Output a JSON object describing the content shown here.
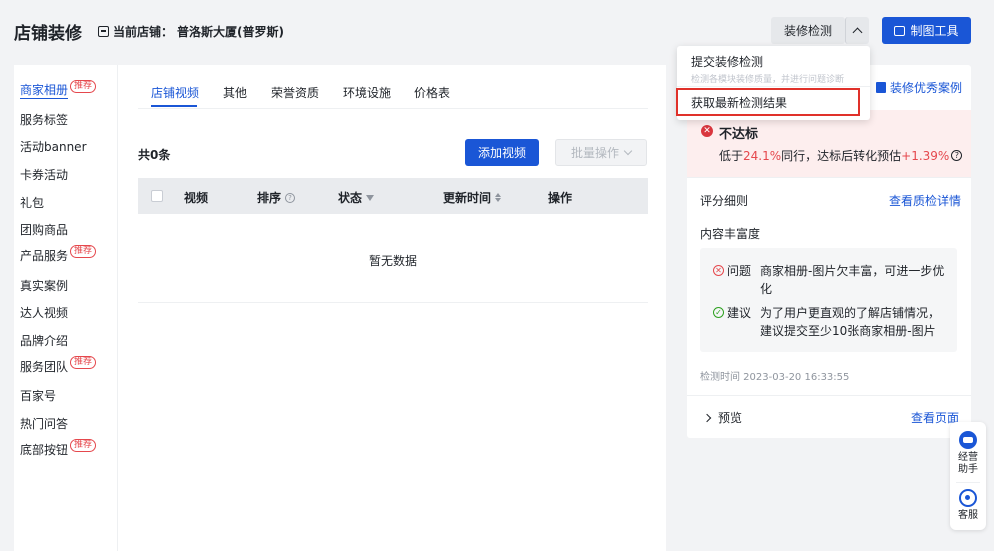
{
  "header": {
    "title": "店铺装修",
    "store_prefix": "当前店铺：",
    "store_name": "普洛斯大厦(普罗斯)",
    "detect_button": "装修检测",
    "tool_button": "制图工具"
  },
  "sidebar": {
    "items": [
      {
        "label": "商家相册",
        "badge": "推荐",
        "active": true
      },
      {
        "label": "服务标签",
        "badge": ""
      },
      {
        "label": "活动banner",
        "badge": ""
      },
      {
        "label": "卡券活动",
        "badge": ""
      },
      {
        "label": "礼包",
        "badge": ""
      },
      {
        "label": "团购商品",
        "badge": ""
      },
      {
        "label": "产品服务",
        "badge": "推荐"
      },
      {
        "label": "真实案例",
        "badge": ""
      },
      {
        "label": "达人视频",
        "badge": ""
      },
      {
        "label": "品牌介绍",
        "badge": ""
      },
      {
        "label": "服务团队",
        "badge": "推荐"
      },
      {
        "label": "百家号",
        "badge": ""
      },
      {
        "label": "热门问答",
        "badge": ""
      },
      {
        "label": "底部按钮",
        "badge": "推荐"
      }
    ]
  },
  "main": {
    "tabs": [
      "店铺视频",
      "其他",
      "荣誉资质",
      "环境设施",
      "价格表"
    ],
    "active_tab": 0,
    "count_label": "共0条",
    "add_button": "添加视频",
    "batch_button": "批量操作",
    "columns": [
      "视频",
      "排序",
      "状态",
      "更新时间",
      "操作"
    ],
    "empty_text": "暂无数据"
  },
  "dropdown": {
    "item1_title": "提交装修检测",
    "item1_desc": "检测各模块装修质量，并进行问题诊断",
    "item2_title": "获取最新检测结果"
  },
  "right_panel": {
    "case_link": "装修优秀案例",
    "status_title": "不达标",
    "status_desc_prefix": "低于",
    "status_desc_pct1": "24.1%",
    "status_desc_mid": "同行，达标后转化预估",
    "status_desc_pct2": "+1.39%",
    "score_title": "评分细则",
    "score_link": "查看质检详情",
    "content_title": "内容丰富度",
    "issue_label": "问题",
    "issue_text": "商家相册-图片欠丰富，可进一步优化",
    "suggest_label": "建议",
    "suggest_text": "为了用户更直观的了解店铺情况，建议提交至少10张商家相册-图片",
    "detect_time": "检测时间 2023-03-20 16:33:55",
    "preview_label": "预览",
    "view_page_link": "查看页面"
  },
  "floating": {
    "assistant": "经营助手",
    "assistant_line1": "经营",
    "assistant_line2": "助手",
    "service": "客服"
  },
  "colors": {
    "primary": "#1a56d6",
    "danger": "#e5484d",
    "success": "#2ea121",
    "highlight_border": "#e0312a"
  }
}
